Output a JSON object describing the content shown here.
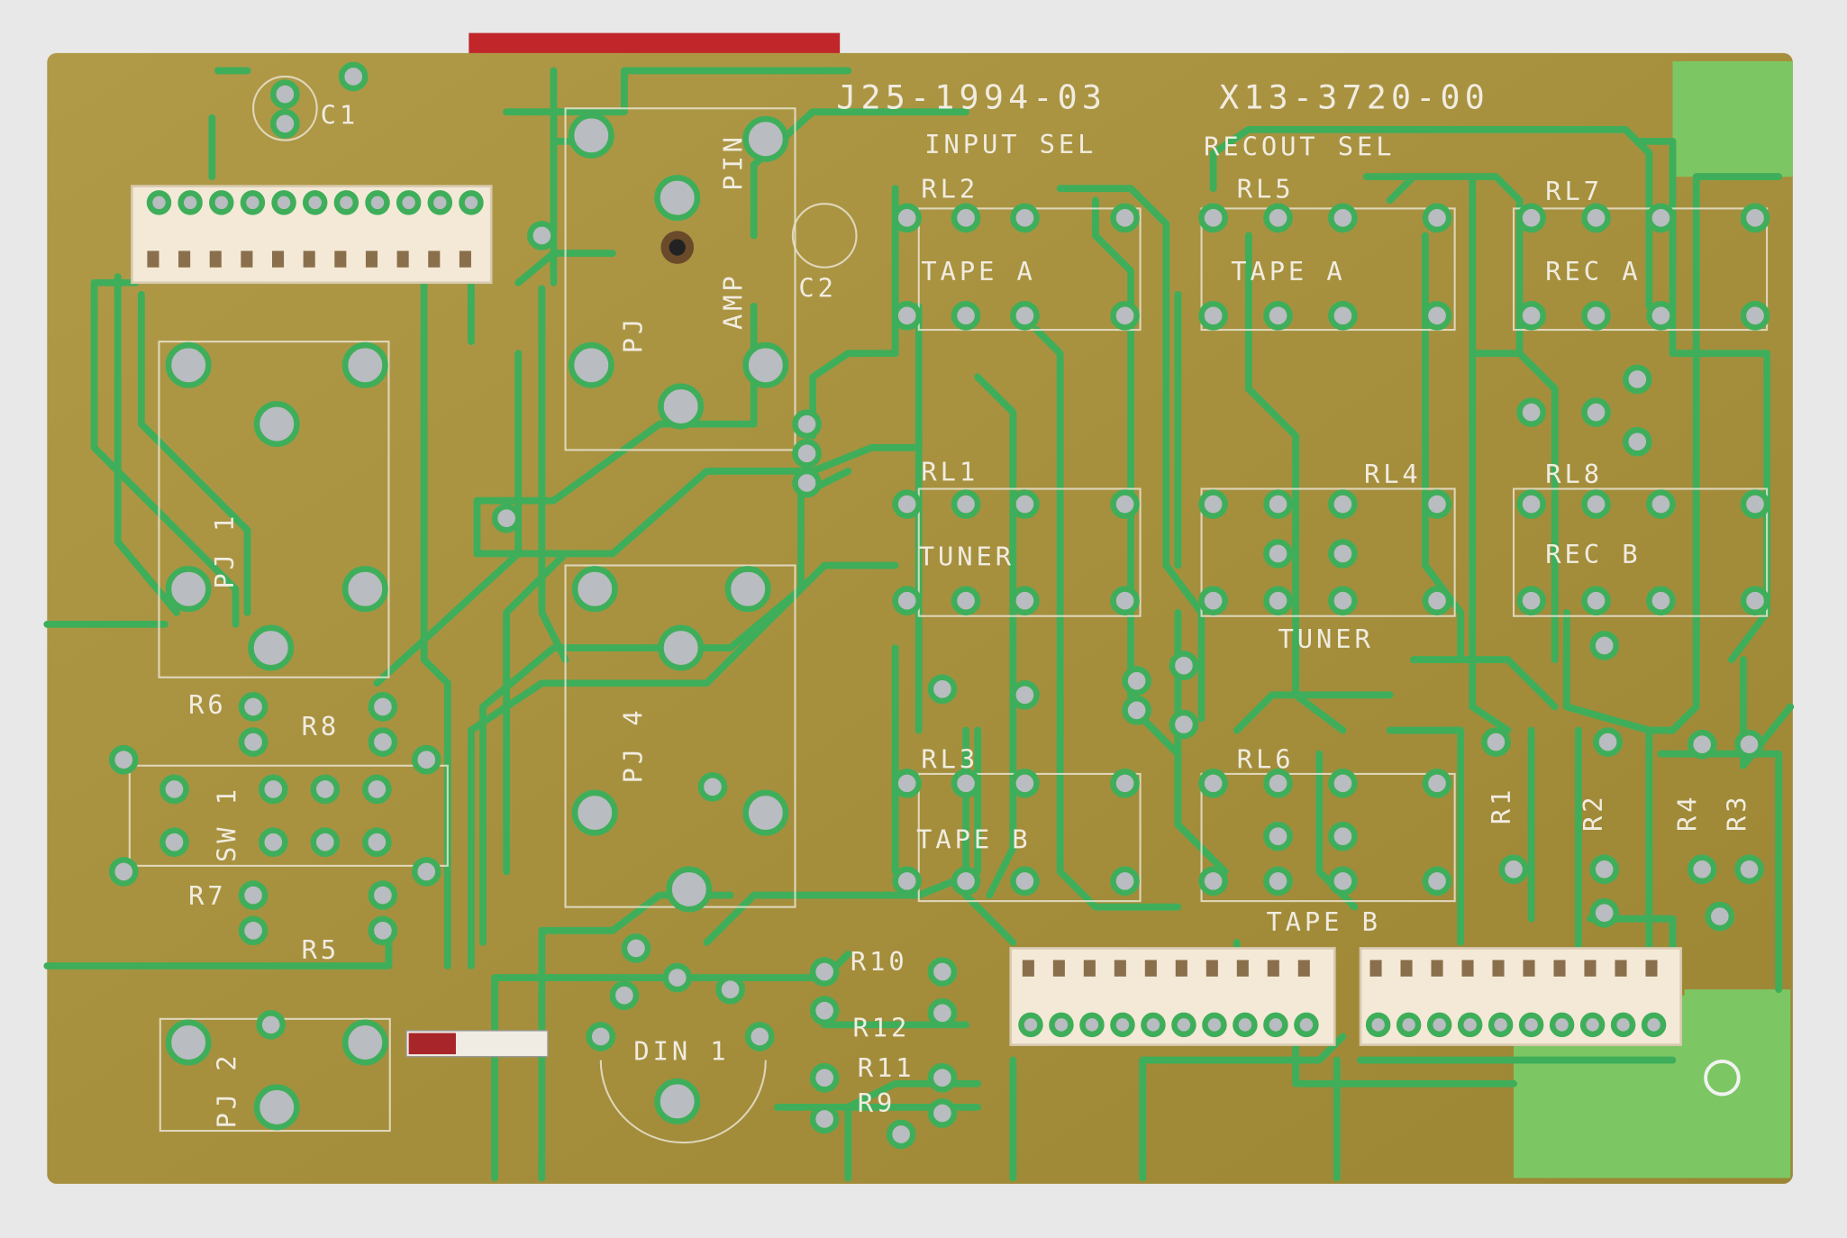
{
  "board": {
    "part_numbers": [
      "J25-1994-03",
      "X13-3720-00"
    ],
    "section_labels": [
      "INPUT SEL",
      "RECOUT SEL"
    ],
    "relays": [
      {
        "ref": "RL2",
        "label": "TAPE A"
      },
      {
        "ref": "RL5",
        "label": "TAPE A"
      },
      {
        "ref": "RL7",
        "label": "REC A"
      },
      {
        "ref": "RL1",
        "label": "TUNER"
      },
      {
        "ref": "RL4",
        "label": "TUNER"
      },
      {
        "ref": "RL8",
        "label": "REC B"
      },
      {
        "ref": "RL3",
        "label": "TAPE B"
      },
      {
        "ref": "RL6",
        "label": "TAPE B"
      }
    ],
    "components": [
      "C1",
      "C2",
      "PIN",
      "AMP",
      "PJ",
      "PJ 1",
      "PJ 4",
      "PJ 2",
      "SW 1",
      "R6",
      "R8",
      "R7",
      "R5",
      "R10",
      "R12",
      "R11",
      "R9",
      "DIN 1",
      "R1",
      "R2",
      "R4",
      "R3"
    ]
  },
  "colors": {
    "substrate": "#a8903c",
    "trace": "#3fae5a",
    "solder": "#b9bcc0",
    "connector": "#f4e9d6",
    "background": "#e8e8e8"
  }
}
